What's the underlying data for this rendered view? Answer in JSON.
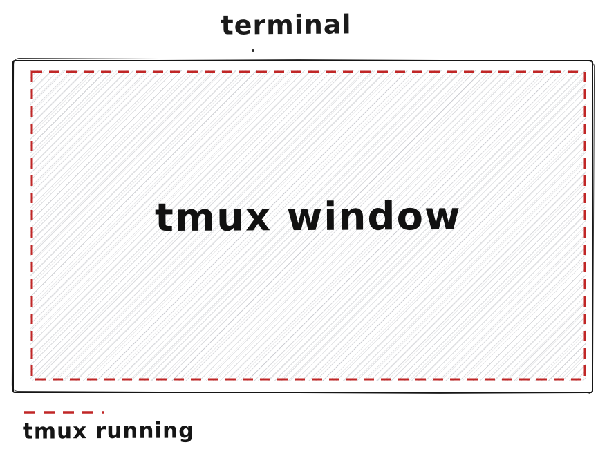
{
  "diagram": {
    "terminal_label": "terminal",
    "tmux_label": "tmux window",
    "legend": {
      "label": "tmux running",
      "symbol": "red-dashed-line"
    },
    "colors": {
      "ink": "#1b1b1b",
      "tmux_border": "#c02626",
      "hatch": "#dfe0e4",
      "background": "#ffffff"
    }
  }
}
